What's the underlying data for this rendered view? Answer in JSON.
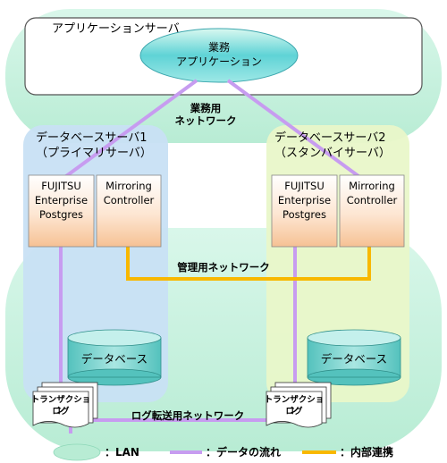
{
  "app_server": {
    "title": "アプリケーションサーバ"
  },
  "business_app": {
    "line1": "業務",
    "line2": "アプリケーション"
  },
  "business_network": {
    "line1": "業務用",
    "line2": "ネットワーク"
  },
  "db_server_1": {
    "line1": "データベースサーバ1",
    "line2": "（プライマリサーバ）"
  },
  "db_server_2": {
    "line1": "データベースサーバ2",
    "line2": "（スタンバイサーバ）"
  },
  "component_fep": {
    "line1": "FUJITSU",
    "line2": "Enterprise",
    "line3": "Postgres"
  },
  "component_mc": {
    "line1": "Mirroring",
    "line2": "Controller"
  },
  "admin_network": {
    "label": "管理用ネットワーク"
  },
  "database": {
    "label": "データベース"
  },
  "transaction_log": {
    "line1": "トランザクション",
    "line2": "ログ"
  },
  "log_transfer_network": {
    "label": "ログ転送用ネットワーク"
  },
  "legend": {
    "lan": "：LAN",
    "data_flow": "：データの流れ",
    "internal": "：内部連携"
  },
  "colors": {
    "lan_fill": "#c2f0dc",
    "primary_fill": "#c6dff2",
    "standby_fill": "#e6f6c4",
    "data_flow": "#c79cf0",
    "internal": "#f8b800",
    "component_top": "#ffffff",
    "component_bottom": "#f8c8a0",
    "db_fill": "#7fd3cf"
  }
}
